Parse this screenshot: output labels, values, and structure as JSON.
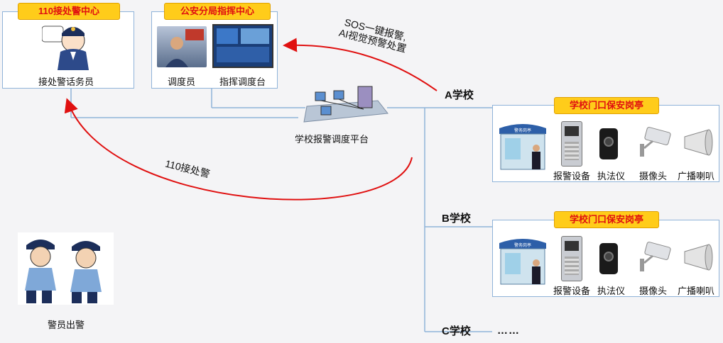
{
  "top_left": {
    "tag": "110接处警中心",
    "caption": "接处警话务员"
  },
  "top_mid": {
    "tag": "公安分局指挥中心",
    "caption_left": "调度员",
    "caption_right": "指挥调度台"
  },
  "platform": {
    "caption": "学校报警调度平台"
  },
  "arrows": {
    "sos_line1": "SOS一键报警,",
    "sos_line2": "AI视觉预警处置",
    "dispatch": "110接处警"
  },
  "schools": {
    "a": "A学校",
    "b": "B学校",
    "c": "C学校",
    "more": "……"
  },
  "booth": {
    "tag": "学校门口保安岗亭",
    "devices": [
      "报警设备",
      "执法仪",
      "摄像头",
      "广播喇叭"
    ],
    "booth_sign": "警务岗亭"
  },
  "police": {
    "caption": "警员出警"
  },
  "colors": {
    "arrow_red": "#e01010",
    "line_blue": "#8fb3d9",
    "tag_yellow": "#ffcc1a"
  }
}
